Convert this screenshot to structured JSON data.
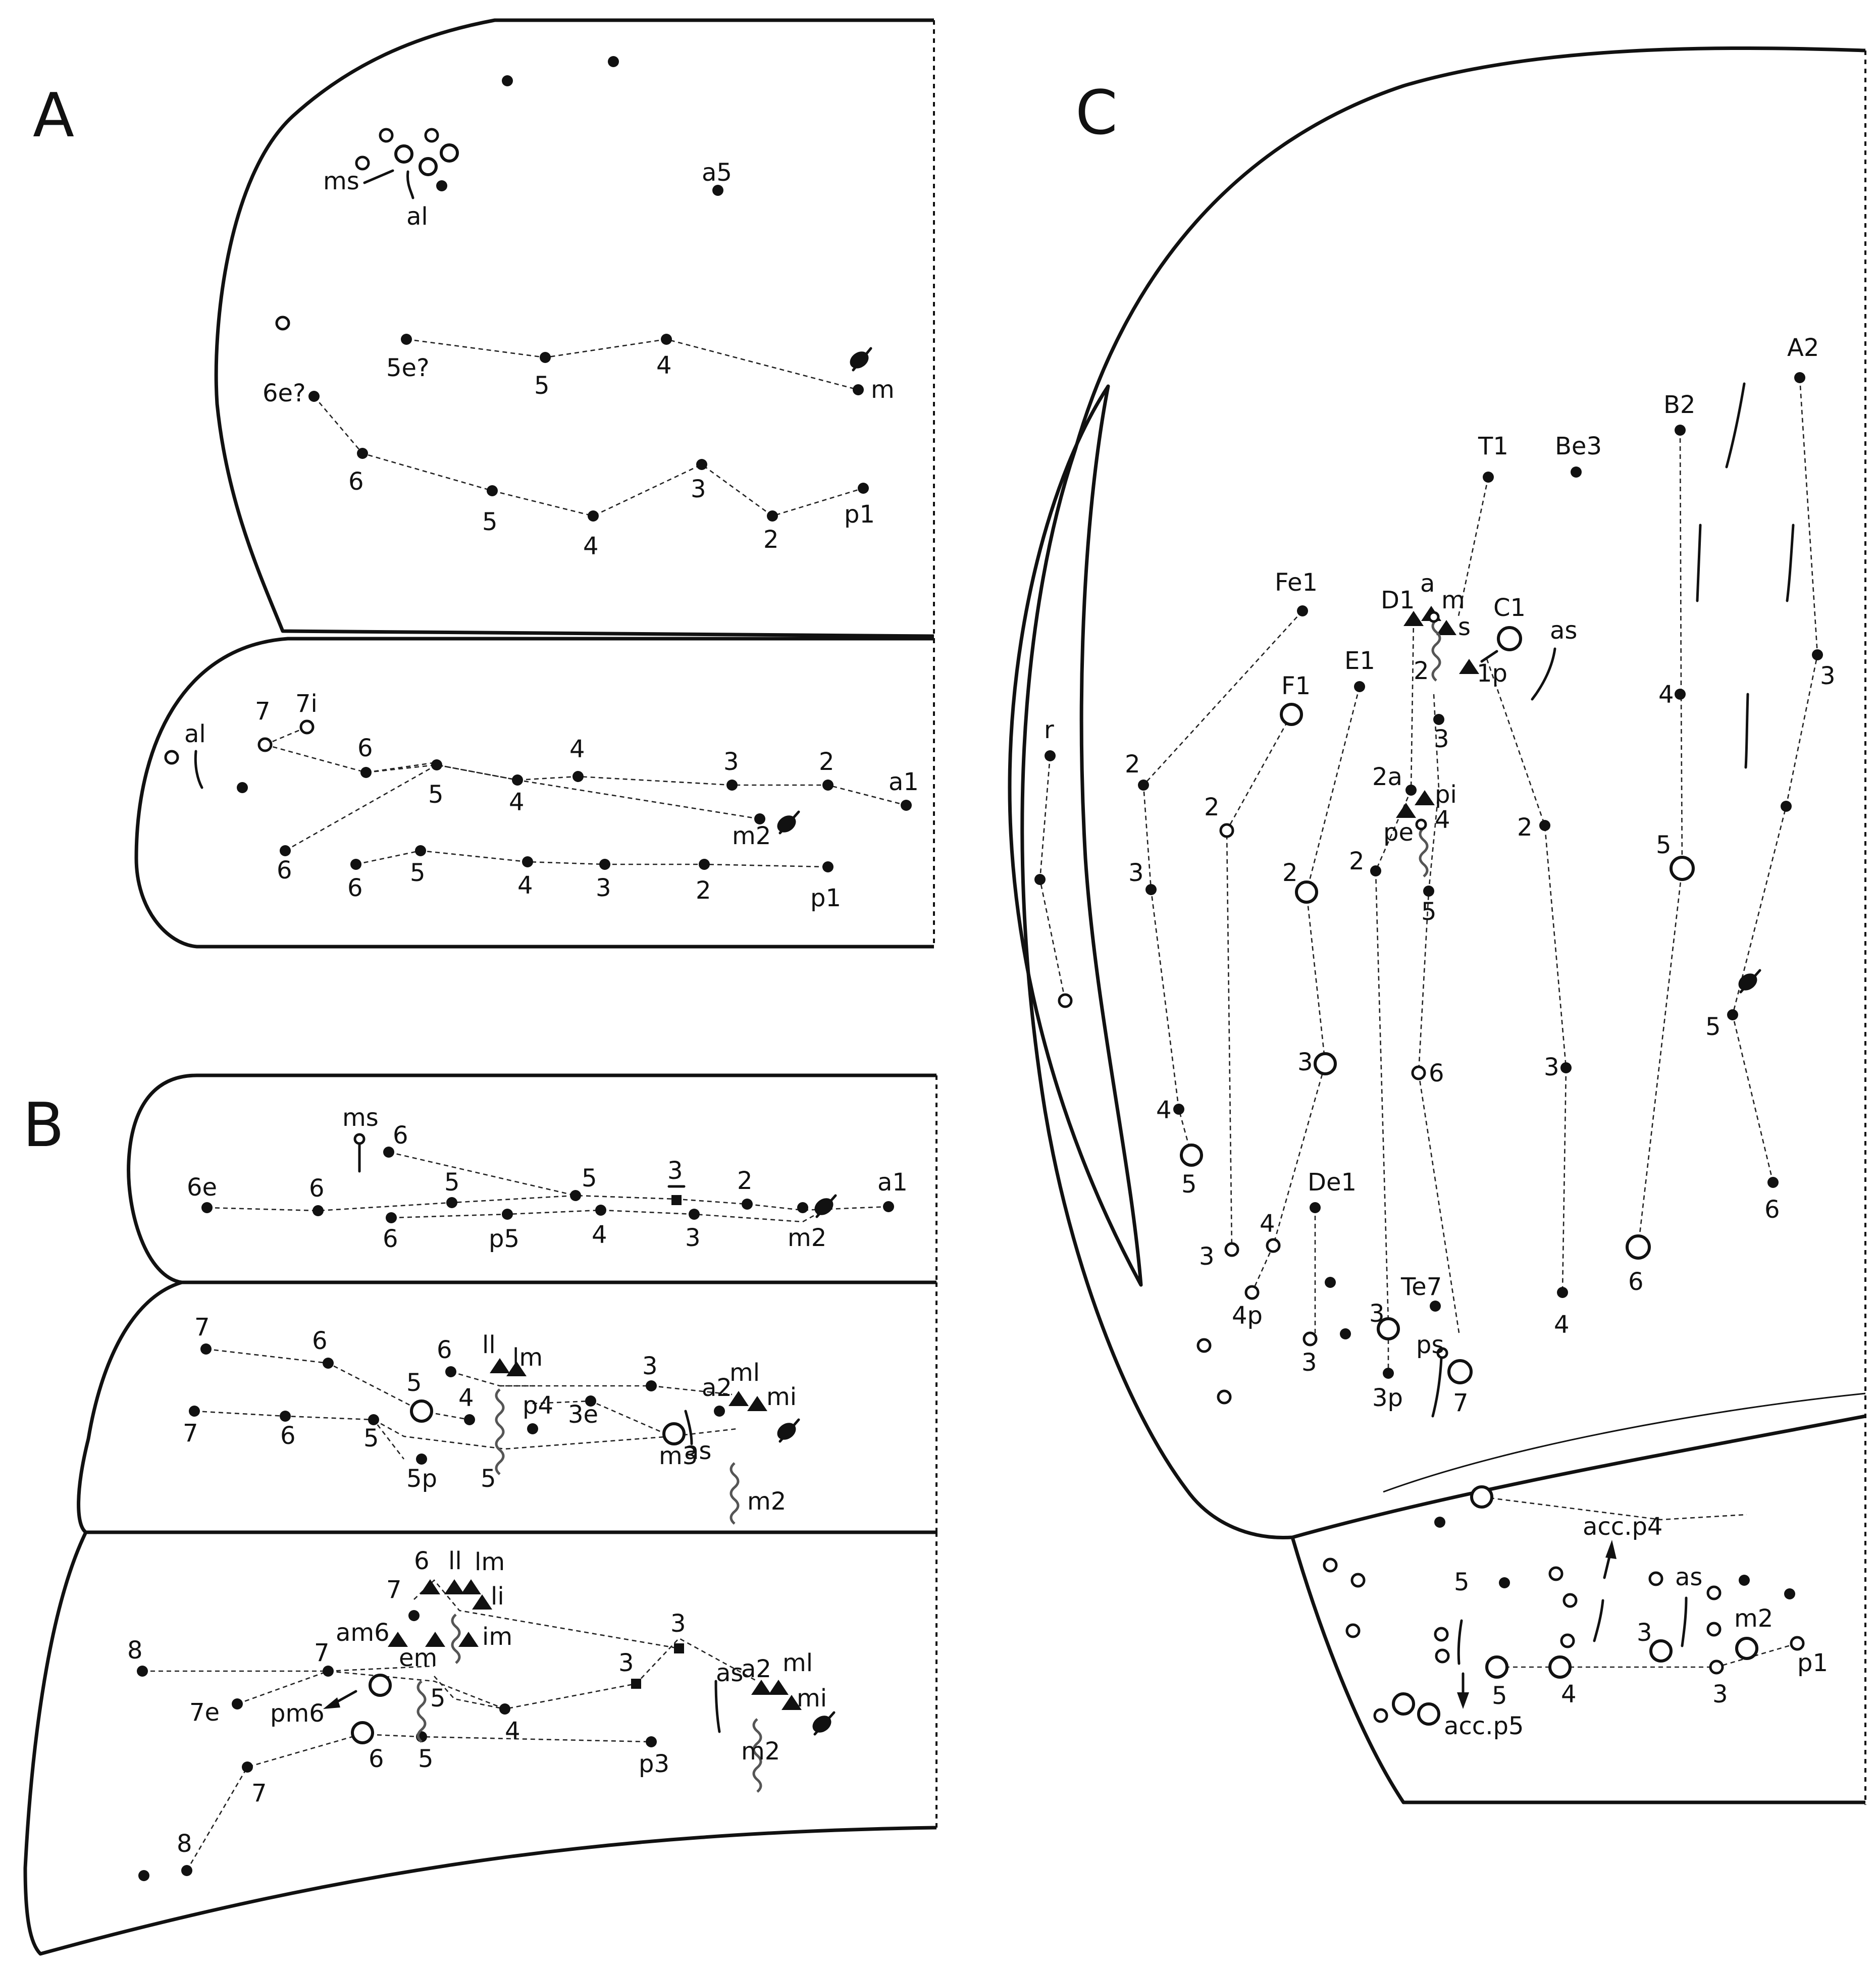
{
  "panels": {
    "a": "A",
    "b": "B",
    "c": "C"
  },
  "panel_a": {
    "head_labels": [
      "ms",
      "al",
      "a5",
      "5e?",
      "5",
      "4",
      "m",
      "6e?",
      "6",
      "5",
      "4",
      "3",
      "2",
      "p1"
    ],
    "thorax_labels": [
      "7",
      "7i",
      "al",
      "6",
      "4",
      "3",
      "2",
      "a1",
      "5",
      "4",
      "m2",
      "6",
      "6",
      "5",
      "4",
      "3",
      "2",
      "p1"
    ]
  },
  "panel_b": {
    "seg1_labels": [
      "ms",
      "6",
      "6e",
      "6",
      "5",
      "5",
      "3",
      "2",
      "a1",
      "6",
      "p5",
      "4",
      "3",
      "m2"
    ],
    "seg2_labels": [
      "7",
      "6",
      "6",
      "ll",
      "lm",
      "3",
      "a2",
      "ml",
      "mi",
      "5",
      "4",
      "p4",
      "3e",
      "7",
      "6",
      "5",
      "5p",
      "5",
      "m3",
      "as",
      "m2"
    ],
    "seg3_labels": [
      "6",
      "ll",
      "lm",
      "7",
      "li",
      "am6",
      "em",
      "im",
      "3",
      "8",
      "7",
      "3",
      "as",
      "a2",
      "ml",
      "mi",
      "7e",
      "pm6",
      "5",
      "4",
      "6",
      "5",
      "p3",
      "m2",
      "7",
      "8"
    ]
  },
  "panel_c": {
    "head_labels": [
      "T1",
      "Be3",
      "B2",
      "A2",
      "Fe1",
      "D1",
      "a",
      "m",
      "s",
      "C1",
      "as",
      "E1",
      "2",
      "1p",
      "F1",
      "3",
      "4",
      "3",
      "r",
      "2",
      "2",
      "2a",
      "pi",
      "pe",
      "4",
      "2",
      "2",
      "2",
      "5",
      "3",
      "5",
      "3",
      "6",
      "3",
      "5",
      "4",
      "6",
      "5",
      "De1",
      "3",
      "4",
      "6",
      "Te7",
      "4p",
      "3",
      "3",
      "ps",
      "3p",
      "7",
      "4"
    ],
    "abdomen_labels": [
      "acc.p4",
      "as",
      "5",
      "m2",
      "p1",
      "3",
      "5",
      "4",
      "3",
      "acc.p5"
    ]
  }
}
